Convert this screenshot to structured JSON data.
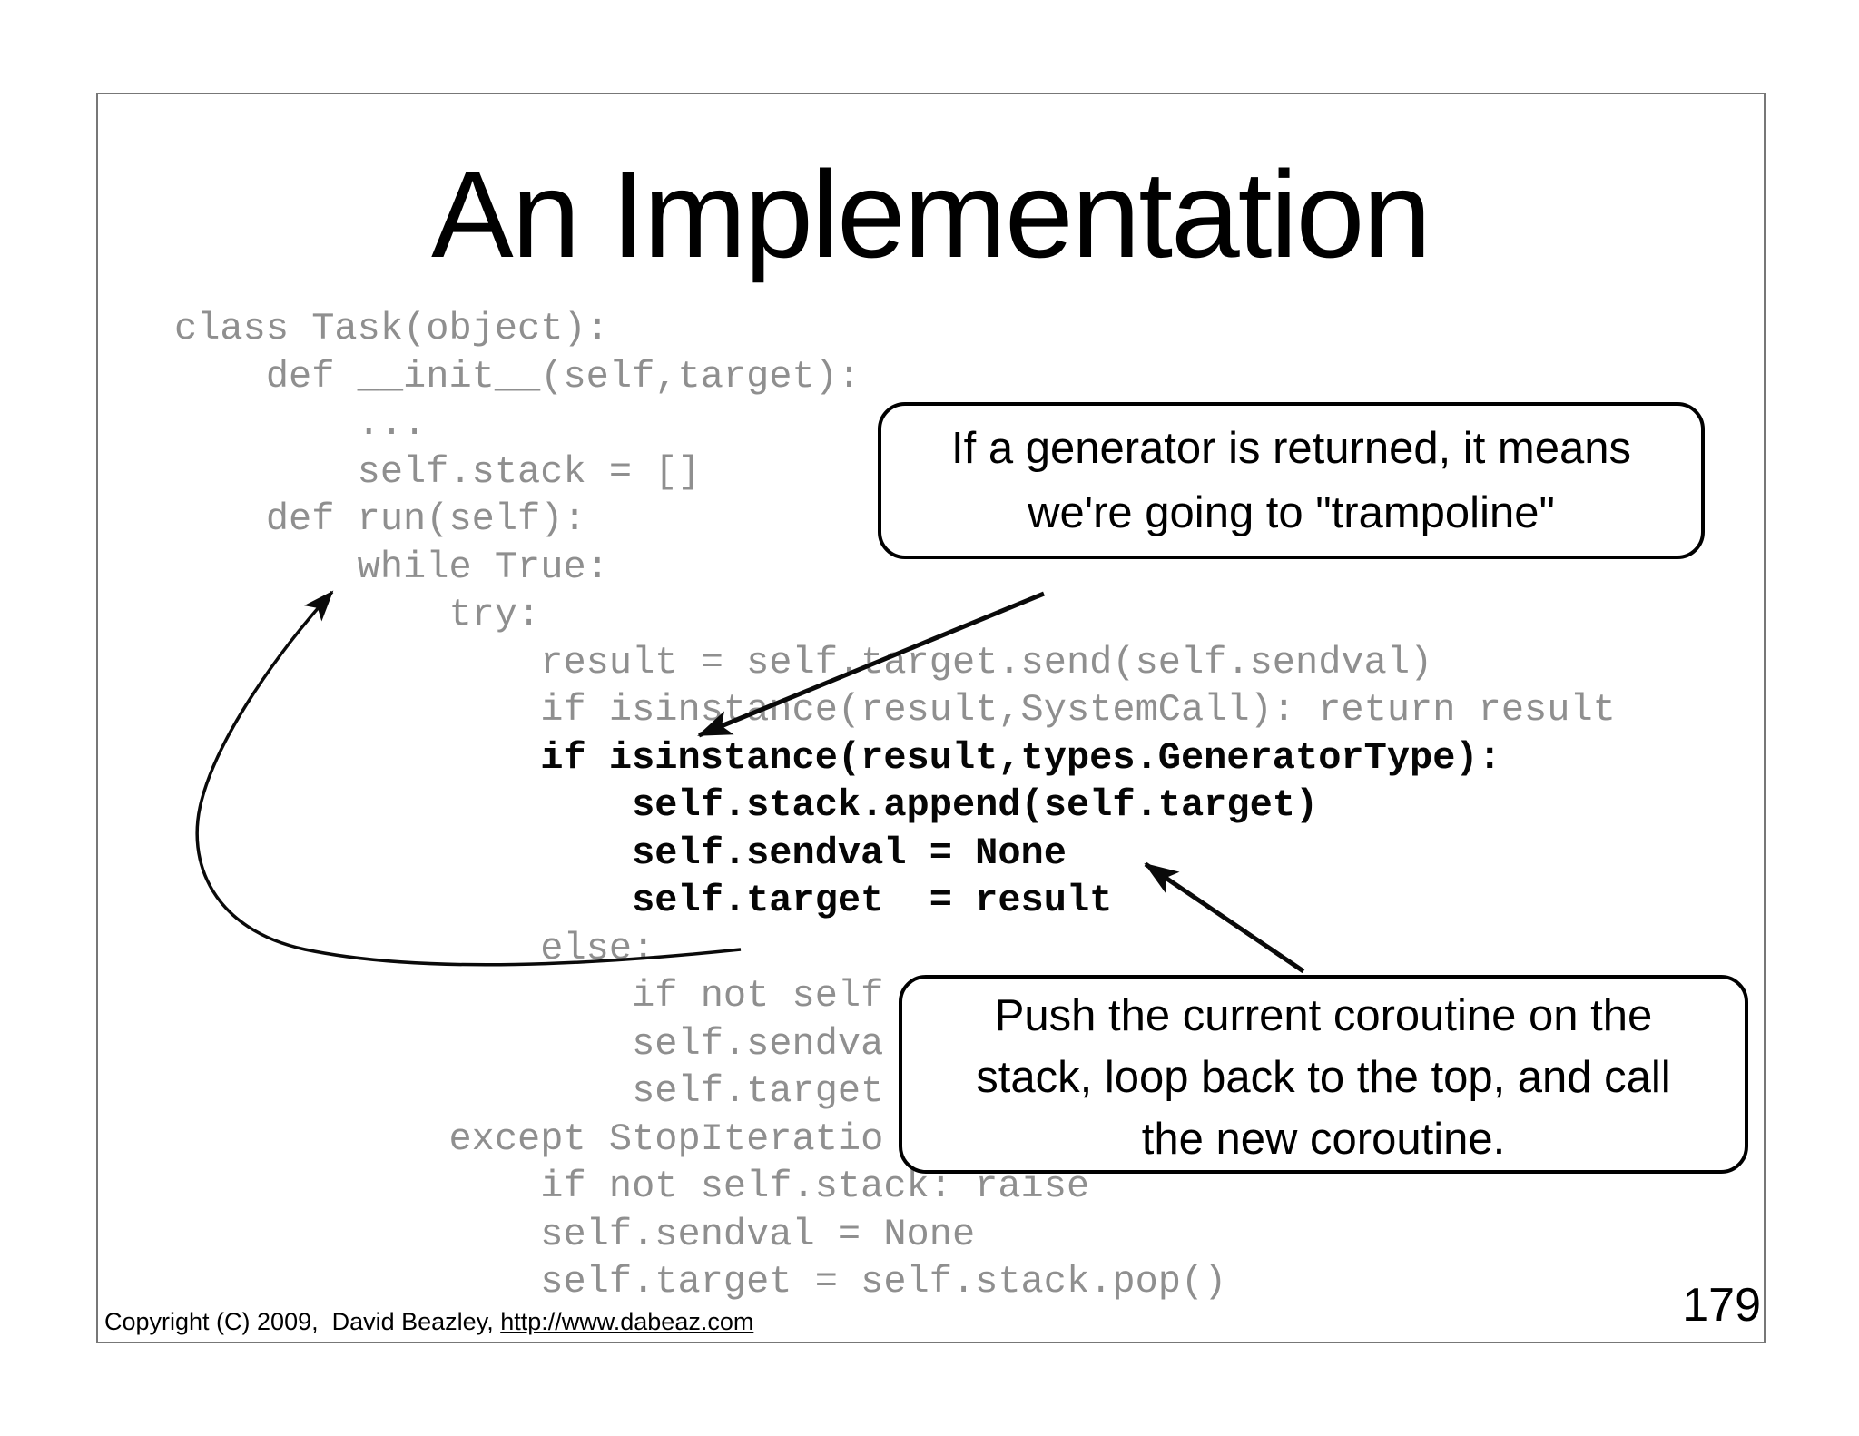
{
  "slide": {
    "title": "An Implementation",
    "page_number": "179",
    "footer": {
      "copyright": "Copyright (C) 2009,  David Beazley, ",
      "link": "http://www.dabeaz.com"
    }
  },
  "code": {
    "lines": [
      {
        "text": "class Task(object):",
        "emphasis": "gray"
      },
      {
        "text": "    def __init__(self,target):",
        "emphasis": "gray"
      },
      {
        "text": "        ...",
        "emphasis": "gray"
      },
      {
        "text": "        self.stack = []",
        "emphasis": "gray"
      },
      {
        "text": "    def run(self):",
        "emphasis": "gray"
      },
      {
        "text": "        while True:",
        "emphasis": "gray"
      },
      {
        "text": "            try:",
        "emphasis": "gray"
      },
      {
        "text": "                result = self.target.send(self.sendval)",
        "emphasis": "gray"
      },
      {
        "text": "                if isinstance(result,SystemCall): return result",
        "emphasis": "gray"
      },
      {
        "text": "                if isinstance(result,types.GeneratorType):",
        "emphasis": "bold"
      },
      {
        "text": "                    self.stack.append(self.target)",
        "emphasis": "bold"
      },
      {
        "text": "                    self.sendval = None",
        "emphasis": "bold"
      },
      {
        "text": "                    self.target  = result",
        "emphasis": "bold"
      },
      {
        "text": "                else:",
        "emphasis": "gray"
      },
      {
        "text": "                    if not self",
        "emphasis": "gray"
      },
      {
        "text": "                    self.sendva",
        "emphasis": "gray"
      },
      {
        "text": "                    self.target",
        "emphasis": "gray"
      },
      {
        "text": "            except StopIteratio",
        "emphasis": "gray"
      },
      {
        "text": "                if not self.stack: raise",
        "emphasis": "gray"
      },
      {
        "text": "                self.sendval = None",
        "emphasis": "gray"
      },
      {
        "text": "                self.target = self.stack.pop()",
        "emphasis": "gray"
      }
    ]
  },
  "callouts": [
    {
      "lines": [
        "If a generator is returned, it means",
        "we're going to \"trampoline\""
      ]
    },
    {
      "lines": [
        "Push the current coroutine on the",
        "stack, loop back to the top, and call",
        "the new coroutine."
      ]
    }
  ],
  "colors": {
    "code_gray": "#8f8f8f",
    "ink": "#000000",
    "slide_border": "#777777",
    "background": "#ffffff"
  }
}
